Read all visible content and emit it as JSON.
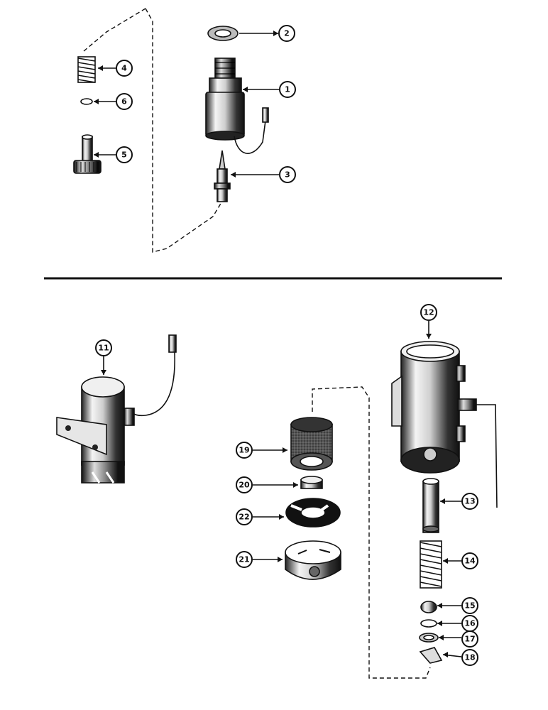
{
  "callouts": [
    {
      "id": "c1",
      "label": "1"
    },
    {
      "id": "c2",
      "label": "2"
    },
    {
      "id": "c3",
      "label": "3"
    },
    {
      "id": "c4",
      "label": "4"
    },
    {
      "id": "c5",
      "label": "5"
    },
    {
      "id": "c6",
      "label": "6"
    },
    {
      "id": "c11",
      "label": "11"
    },
    {
      "id": "c12",
      "label": "12"
    },
    {
      "id": "c13",
      "label": "13"
    },
    {
      "id": "c14",
      "label": "14"
    },
    {
      "id": "c15",
      "label": "15"
    },
    {
      "id": "c16",
      "label": "16"
    },
    {
      "id": "c17",
      "label": "17"
    },
    {
      "id": "c18",
      "label": "18"
    },
    {
      "id": "c19",
      "label": "19"
    },
    {
      "id": "c20",
      "label": "20"
    },
    {
      "id": "c21",
      "label": "21"
    },
    {
      "id": "c22",
      "label": "22"
    }
  ],
  "colors": {
    "ink": "#111111",
    "paper": "#ffffff"
  }
}
